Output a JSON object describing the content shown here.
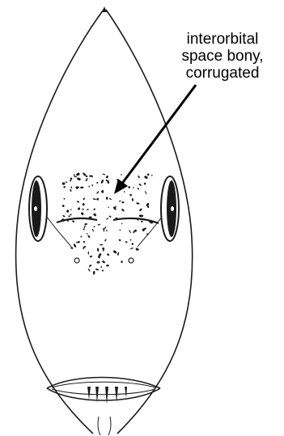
{
  "annotation": {
    "lines": [
      "interorbital",
      "space bony,",
      "corrugated"
    ]
  },
  "figure": {
    "subject": "fish head, dorsal view",
    "parts": [
      "snout-tip",
      "left-eye",
      "right-eye",
      "interorbital-space",
      "nostrils",
      "mouth",
      "teeth"
    ],
    "stroke_color": "#1a1a1a",
    "background": "#ffffff"
  }
}
